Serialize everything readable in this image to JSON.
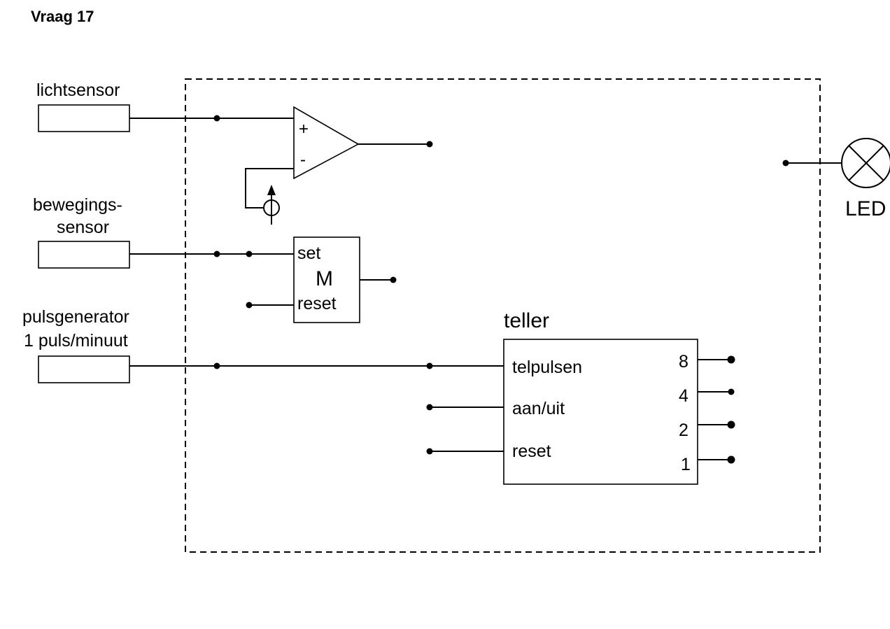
{
  "title": "Vraag 17",
  "inputs": {
    "light_sensor": "lichtsensor",
    "motion_sensor_line1": "bewegings-",
    "motion_sensor_line2": "sensor",
    "pulse_gen_line1": "pulsgenerator",
    "pulse_gen_line2": "1 puls/minuut"
  },
  "comparator": {
    "plus": "+",
    "minus": "-"
  },
  "memory": {
    "set": "set",
    "label": "M",
    "reset": "reset"
  },
  "counter": {
    "title": "teller",
    "in_pulses": "telpulsen",
    "in_onoff": "aan/uit",
    "in_reset": "reset",
    "out_8": "8",
    "out_4": "4",
    "out_2": "2",
    "out_1": "1"
  },
  "output": {
    "led": "LED"
  }
}
